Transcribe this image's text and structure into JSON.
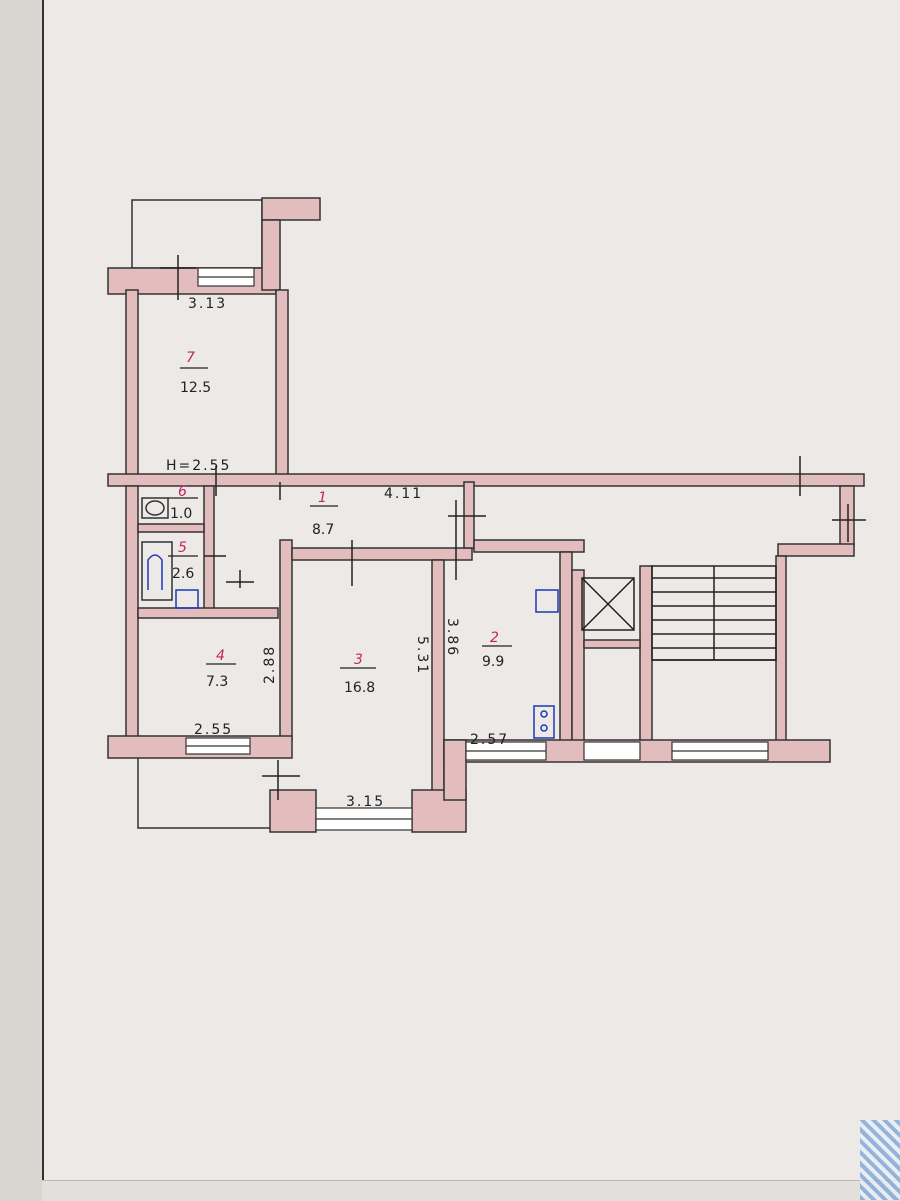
{
  "rooms": [
    {
      "number": "7",
      "area": "12.5"
    },
    {
      "number": "1",
      "area": "8.7"
    },
    {
      "number": "6",
      "area": "1.0"
    },
    {
      "number": "5",
      "area": "2.6"
    },
    {
      "number": "4",
      "area": "7.3"
    },
    {
      "number": "3",
      "area": "16.8"
    },
    {
      "number": "2",
      "area": "9.9"
    }
  ],
  "dimensions": {
    "room7_width": "3.13",
    "ceiling_height": "H=2.55",
    "corridor_length": "4.11",
    "room4_depth": "2.88",
    "room4_width": "2.55",
    "room3_depth": "5.31",
    "room3_width": "3.15",
    "room2_depth": "3.86",
    "room2_width": "2.57"
  },
  "colors": {
    "wall": "#e3bdbe",
    "wall_outline": "#333333",
    "room_number": "#c4226b",
    "fixture_blue": "#1a3bb5",
    "paper": "#ece9e6"
  }
}
